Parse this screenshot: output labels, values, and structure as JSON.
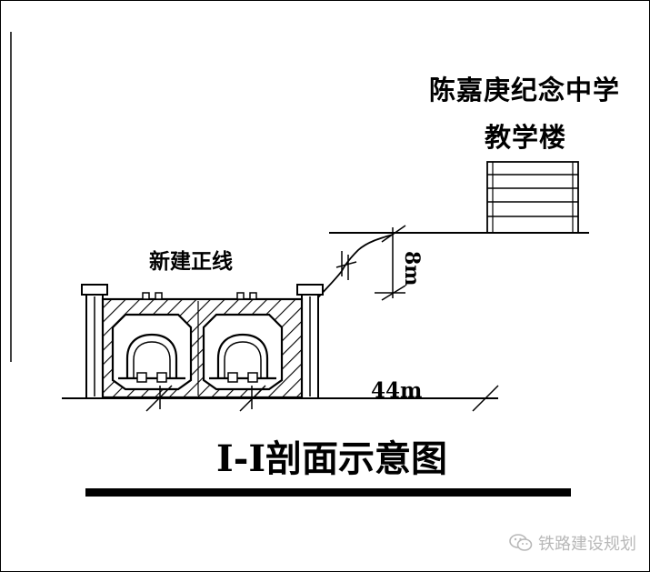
{
  "labels": {
    "school_name": "陈嘉庚纪念中学",
    "building_name": "教学楼",
    "line_label": "新建正线",
    "height_dimension": "8m",
    "width_dimension": "44m",
    "title": "I-I剖面示意图"
  },
  "watermark": {
    "icon": "wechat-icon",
    "text": "铁路建设规划"
  },
  "colors": {
    "ink": "#000000",
    "watermark": "#b8b8b8"
  }
}
